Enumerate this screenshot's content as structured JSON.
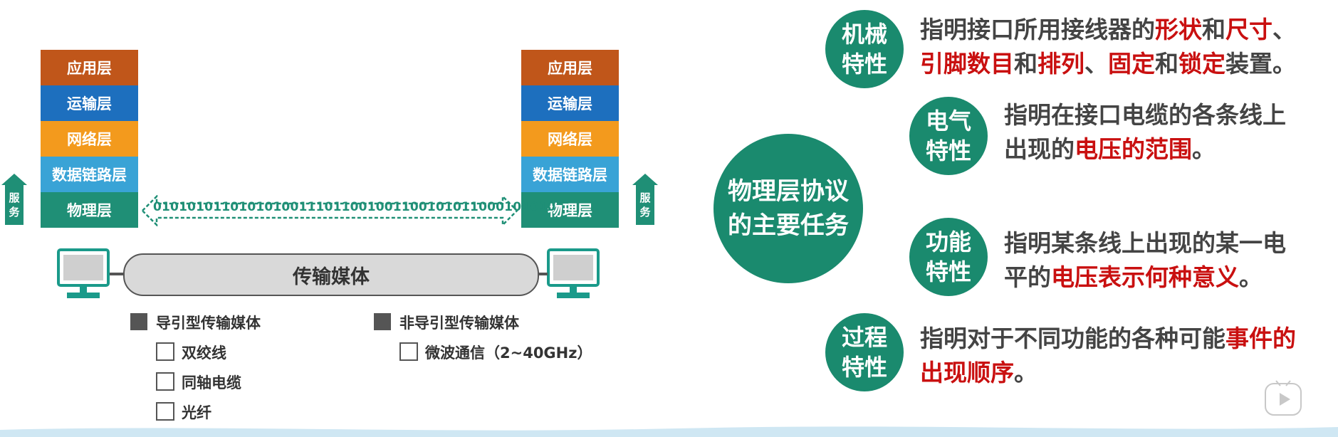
{
  "left_stack": [
    "应用层",
    "运输层",
    "网络层",
    "数据链路层",
    "物理层"
  ],
  "right_stack": [
    "应用层",
    "运输层",
    "网络层",
    "数据链路层",
    "物理层"
  ],
  "service_label": [
    "服",
    "务"
  ],
  "bitstream": "01010101101010100111011001001100101011000101010",
  "medium": "传输媒体",
  "guided": {
    "label": "导引型传输媒体",
    "items": [
      "双绞线",
      "同轴电缆",
      "光纤"
    ]
  },
  "unguided": {
    "label": "非导引型传输媒体",
    "items": [
      "微波通信（2~40GHz）"
    ]
  },
  "center_circle": [
    "物理层协议",
    "的主要任务"
  ],
  "tasks": [
    {
      "badge": [
        "机械",
        "特性"
      ],
      "line1": [
        {
          "t": "指明接口所用接线器的",
          "r": false
        },
        {
          "t": "形状",
          "r": true
        },
        {
          "t": "和",
          "r": false
        },
        {
          "t": "尺寸",
          "r": true
        },
        {
          "t": "、",
          "r": false
        }
      ],
      "line2": [
        {
          "t": "引脚数目",
          "r": true
        },
        {
          "t": "和",
          "r": false
        },
        {
          "t": "排列",
          "r": true
        },
        {
          "t": "、",
          "r": false
        },
        {
          "t": "固定",
          "r": true
        },
        {
          "t": "和",
          "r": false
        },
        {
          "t": "锁定",
          "r": true
        },
        {
          "t": "装置。",
          "r": false
        }
      ]
    },
    {
      "badge": [
        "电气",
        "特性"
      ],
      "line1": [
        {
          "t": "指明在接口电缆的各条线上",
          "r": false
        }
      ],
      "line2": [
        {
          "t": "出现的",
          "r": false
        },
        {
          "t": "电压的范围",
          "r": true
        },
        {
          "t": "。",
          "r": false
        }
      ]
    },
    {
      "badge": [
        "功能",
        "特性"
      ],
      "line1": [
        {
          "t": "指明某条线上出现的某一电",
          "r": false
        }
      ],
      "line2": [
        {
          "t": "平的",
          "r": false
        },
        {
          "t": "电压表示何种意义",
          "r": true
        },
        {
          "t": "。",
          "r": false
        }
      ]
    },
    {
      "badge": [
        "过程",
        "特性"
      ],
      "line1": [
        {
          "t": "指明对于不同功能的各种可能",
          "r": false
        },
        {
          "t": "事件的",
          "r": true
        }
      ],
      "line2": [
        {
          "t": "出现顺序",
          "r": true
        },
        {
          "t": "。",
          "r": false
        }
      ]
    }
  ],
  "colors": {
    "teal": "#1a8a6e",
    "red": "#c91010",
    "application": "#c0561a",
    "transport": "#1d6fbe",
    "network": "#f39a1d",
    "datalink": "#39a3d6",
    "physical": "#1f8f76"
  }
}
